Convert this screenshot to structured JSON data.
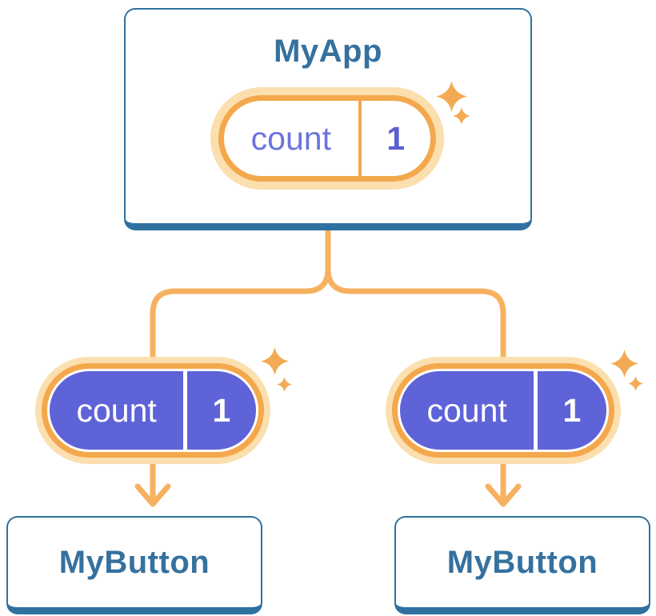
{
  "diagram": {
    "background": "#ffffff",
    "colors": {
      "card_border_blue": "#2F71A1",
      "title_text_blue": "#35719F",
      "wire_orange": "#F6B160",
      "pill_ring_orange": "#F4A84C",
      "pill_halo_pale_orange": "#FBDFAF",
      "pill_fill_purple": "#5F63D8",
      "pill_label_purple": "#6B74DC",
      "pill_value_purple": "#5A5FD1",
      "sparkle_orange": "#F2AB54",
      "pill_text_white": "#ffffff"
    },
    "parent": {
      "title": "MyApp",
      "state": {
        "label": "count",
        "value": "1"
      }
    },
    "children": [
      {
        "title": "MyButton",
        "state": {
          "label": "count",
          "value": "1"
        }
      },
      {
        "title": "MyButton",
        "state": {
          "label": "count",
          "value": "1"
        }
      }
    ]
  }
}
